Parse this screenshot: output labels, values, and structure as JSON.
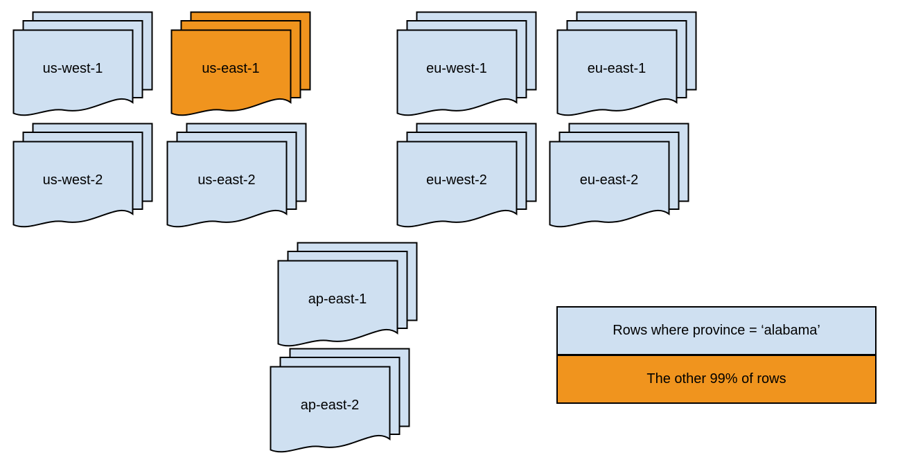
{
  "diagram": {
    "stacks": [
      {
        "id": "us-west-1",
        "label": "us-west-1",
        "variant": "blue"
      },
      {
        "id": "us-east-1",
        "label": "us-east-1",
        "variant": "orange"
      },
      {
        "id": "eu-west-1",
        "label": "eu-west-1",
        "variant": "blue"
      },
      {
        "id": "eu-east-1",
        "label": "eu-east-1",
        "variant": "blue"
      },
      {
        "id": "us-west-2",
        "label": "us-west-2",
        "variant": "blue"
      },
      {
        "id": "us-east-2",
        "label": "us-east-2",
        "variant": "blue"
      },
      {
        "id": "eu-west-2",
        "label": "eu-west-2",
        "variant": "blue"
      },
      {
        "id": "eu-east-2",
        "label": "eu-east-2",
        "variant": "blue"
      },
      {
        "id": "ap-east-1",
        "label": "ap-east-1",
        "variant": "blue"
      },
      {
        "id": "ap-east-2",
        "label": "ap-east-2",
        "variant": "blue"
      }
    ],
    "legend": {
      "items": [
        {
          "label": "Rows where province = ‘alabama’",
          "color": "#cfe0f1",
          "variant": "blue"
        },
        {
          "label": "The other 99% of rows",
          "color": "#f0941e",
          "variant": "orange"
        }
      ]
    },
    "colors": {
      "blue": "#cfe0f1",
      "orange": "#f0941e",
      "border": "#000000"
    }
  }
}
